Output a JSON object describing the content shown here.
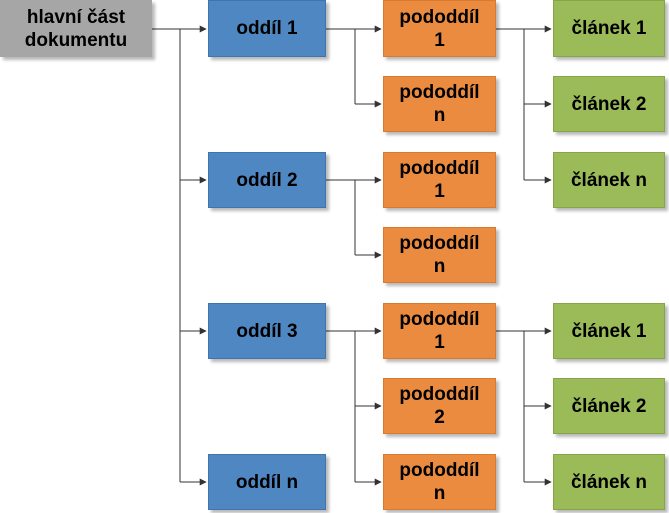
{
  "colors": {
    "root": "#a6a6a6",
    "section": "#4f87c3",
    "subsection": "#ea8b3f",
    "article": "#9bbb59",
    "connector": "#333333"
  },
  "root": {
    "label": "hlavní část\ndokumentu"
  },
  "sections": [
    {
      "label": "oddíl 1"
    },
    {
      "label": "oddíl 2"
    },
    {
      "label": "oddíl 3"
    },
    {
      "label": "oddíl n"
    }
  ],
  "subsections": [
    {
      "label": "pododdíl\n1"
    },
    {
      "label": "pododdíl\nn"
    },
    {
      "label": "pododdíl\n1"
    },
    {
      "label": "pododdíl\nn"
    },
    {
      "label": "pododdíl\n1"
    },
    {
      "label": "pododdíl\n2"
    },
    {
      "label": "pododdíl\nn"
    }
  ],
  "articles": [
    {
      "label": "článek 1"
    },
    {
      "label": "článek 2"
    },
    {
      "label": "článek n"
    },
    {
      "label": "článek 1"
    },
    {
      "label": "článek 2"
    },
    {
      "label": "článek n"
    }
  ]
}
